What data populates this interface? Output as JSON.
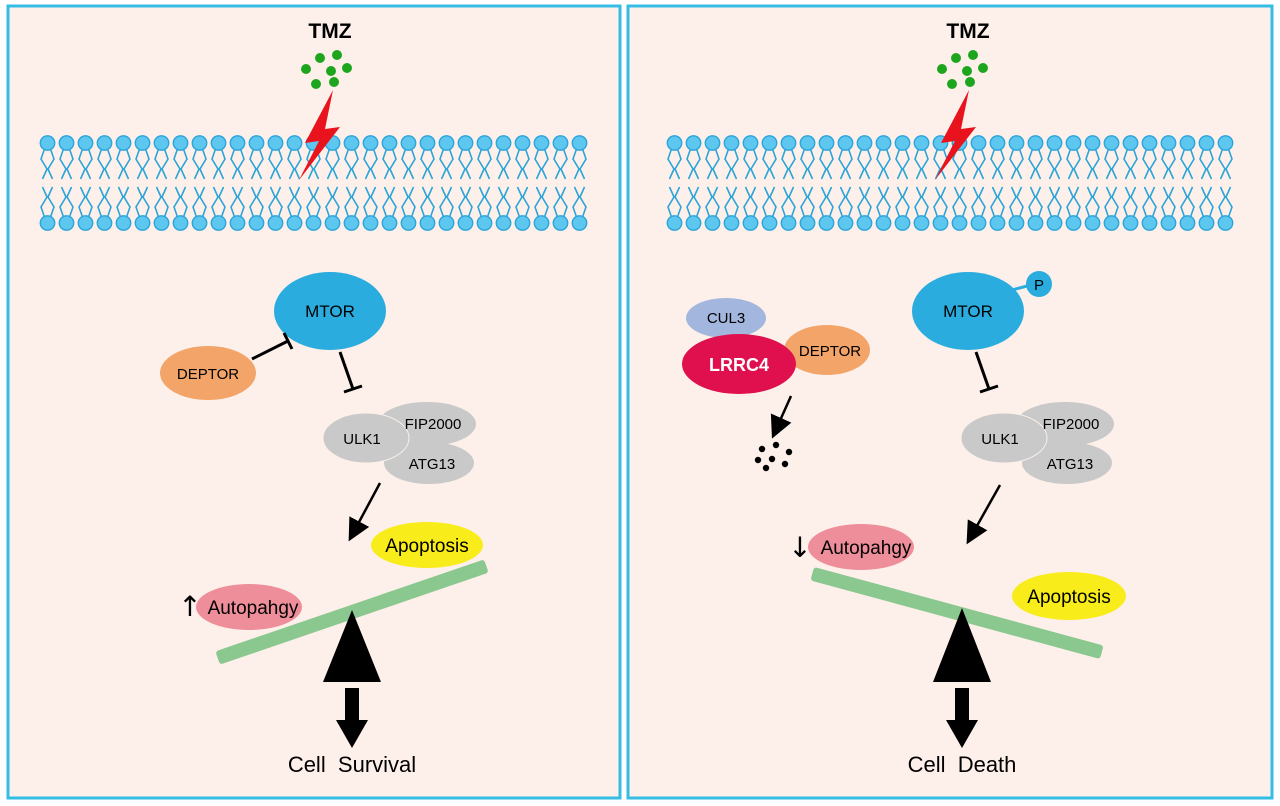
{
  "diagram": {
    "left_panel": {
      "tmz": "TMZ",
      "mtor": "MTOR",
      "deptor": "DEPTOR",
      "ulk1": "ULK1",
      "fip2000": "FIP2000",
      "atg13": "ATG13",
      "apoptosis": "Apoptosis",
      "autophagy_arrow": "↑",
      "autophagy": "Autopahgy",
      "outcome": "Cell  Survival"
    },
    "right_panel": {
      "tmz": "TMZ",
      "cul3": "CUL3",
      "lrrc4": "LRRC4",
      "deptor": "DEPTOR",
      "mtor": "MTOR",
      "phospho": "P",
      "ulk1": "ULK1",
      "fip2000": "FIP2000",
      "atg13": "ATG13",
      "autophagy_arrow": "↓",
      "autophagy": "Autopahgy",
      "apoptosis": "Apoptosis",
      "outcome": "Cell  Death"
    },
    "colors": {
      "panel_bg": "#fdf0ea",
      "panel_border": "#35bde4",
      "membrane_head": "#5ec7ef",
      "membrane_stroke": "#2ba4d9",
      "tmz_green": "#1ea51e",
      "lightning_red": "#e8131c",
      "mtor_blue": "#2bacdf",
      "deptor_orange": "#f2a469",
      "complex_gray": "#c9c9c9",
      "apoptosis_yellow": "#f8ec1a",
      "autophagy_pink": "#ee8e9a",
      "lrrc4_red": "#e00f4e",
      "cul3_blue": "#a2b6de",
      "seesaw_green": "#8bc88f",
      "degraded_dots": "#000000"
    }
  }
}
